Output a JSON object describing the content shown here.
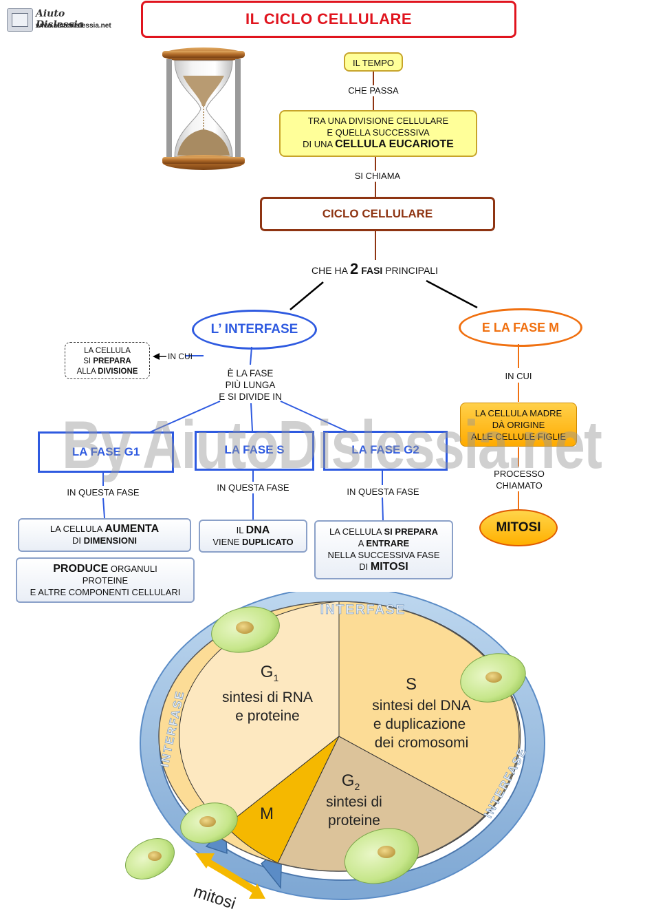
{
  "logo": {
    "name": "Aiuto Dislessia",
    "url": "www.aiutodislessia.net"
  },
  "title": "IL CICLO CELLULARE",
  "top": {
    "tempo": "IL TEMPO",
    "che_passa": "CHE PASSA",
    "tra_line1": "TRA UNA DIVISIONE CELLULARE",
    "tra_line2": "E QUELLA SUCCESSIVA",
    "tra_line3_pre": "DI UNA ",
    "tra_line3_bold": "CELLULA EUCARIOTE",
    "si_chiama": "SI CHIAMA",
    "ciclo": "CICLO CELLULARE",
    "che_ha_pre": "CHE HA ",
    "che_ha_num": "2",
    "che_ha_fasi": "FASI",
    "che_ha_post": " PRINCIPALI"
  },
  "interfase": {
    "label": "L’ INTERFASE",
    "in_cui": "IN CUI",
    "prepara_line1": "LA CELLULA",
    "prepara_line2_pre": "SI ",
    "prepara_line2_bold": "PREPARA",
    "prepara_line3_pre": "ALLA ",
    "prepara_line3_bold": "DIVISIONE",
    "lunga_line1": "È LA FASE",
    "lunga_line2": "PIÙ LUNGA",
    "lunga_line3": "E SI DIVIDE IN"
  },
  "fasem": {
    "label": "E LA  FASE M",
    "in_cui": "IN CUI",
    "madre_line1": "LA CELLULA MADRE",
    "madre_line2": "DÀ ORIGINE",
    "madre_line3": "ALLE CELLULE FIGLIE",
    "processo_line1": "PROCESSO",
    "processo_line2": "CHIAMATO",
    "mitosi": "MITOSI"
  },
  "phases": {
    "g1": "LA  FASE G1",
    "s": "LA FASE S",
    "g2": "LA FASE G2",
    "in_questa_fase": "IN QUESTA FASE"
  },
  "descriptions": {
    "g1_a_pre": "LA CELLULA ",
    "g1_a_bold": "AUMENTA",
    "g1_a2_pre": "DI ",
    "g1_a2_bold": "DIMENSIONI",
    "g1_b_bold": "PRODUCE",
    "g1_b_post": " ORGANULI",
    "g1_b2": "PROTEINE",
    "g1_b3": "E ALTRE COMPONENTI CELLULARI",
    "s_pre": "IL ",
    "s_bold": "DNA",
    "s2_pre": "VIENE ",
    "s2_bold": "DUPLICATO",
    "g2_1_pre": "LA CELLULA ",
    "g2_1_bold": "SI PREPARA",
    "g2_2_pre": "A ",
    "g2_2_bold": "ENTRARE",
    "g2_3": "NELLA SUCCESSIVA FASE",
    "g2_4_pre": "DI ",
    "g2_4_bold": "MITOSI"
  },
  "watermark": "By AiutoDislessia.net",
  "cycle": {
    "ring_top": "INTERFASE",
    "ring_left": "INTERFASE",
    "ring_right": "INTERFASE",
    "g1": "G",
    "g1_sub": "1",
    "g1_desc1": "sintesi di RNA",
    "g1_desc2": "e proteine",
    "s": "S",
    "s_desc1": "sintesi del DNA",
    "s_desc2": "e duplicazione",
    "s_desc3": "dei cromosomi",
    "g2": "G",
    "g2_sub": "2",
    "g2_desc1": "sintesi di",
    "g2_desc2": "proteine",
    "m": "M",
    "mitosi": "mitosi"
  },
  "colors": {
    "title_red": "#e0141e",
    "ciclo_brown": "#8e3412",
    "blue": "#2e5ae0",
    "orange": "#f07010",
    "g1_fill": "#fde8c0",
    "s_fill": "#fcdc96",
    "g2_fill": "#dcc39a",
    "m_fill": "#f5b800"
  }
}
